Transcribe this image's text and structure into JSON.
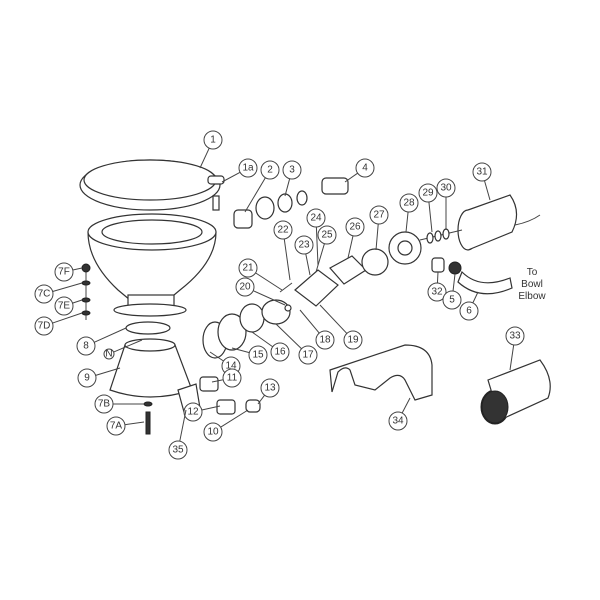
{
  "callouts": [
    "1",
    "1a",
    "2",
    "3",
    "4",
    "31",
    "30",
    "29",
    "28",
    "27",
    "26",
    "24",
    "25",
    "22",
    "23",
    "21",
    "20",
    "7F",
    "7C",
    "7E",
    "7D",
    "8",
    "N",
    "9",
    "14",
    "15",
    "16",
    "17",
    "18",
    "19",
    "11",
    "13",
    "12",
    "10",
    "7B",
    "7A",
    "35",
    "32",
    "5",
    "6",
    "33",
    "34"
  ],
  "note": {
    "line1": "To",
    "line2": "Bowl",
    "line3": "Elbow"
  }
}
